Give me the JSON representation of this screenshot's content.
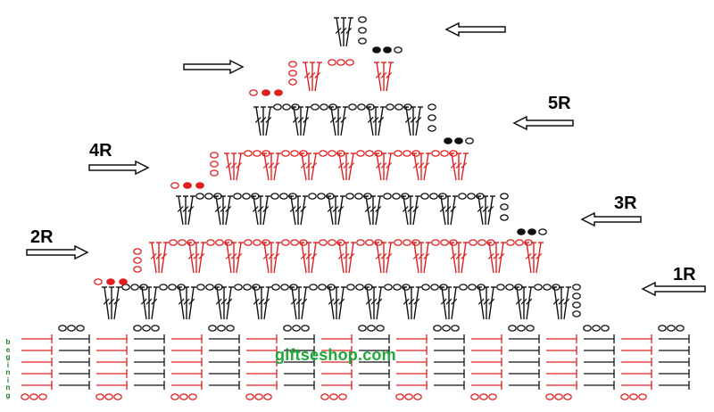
{
  "row_labels": {
    "r1": "1R",
    "r2": "2R",
    "r3": "3R",
    "r4": "4R",
    "r5": "5R"
  },
  "side_label": "begining",
  "watermark": "giftseshop.com",
  "colors": {
    "black": "#111111",
    "red": "#e02020",
    "watermark": "#1fa83a",
    "side_label": "#1a7a2a"
  },
  "icons": [
    "arrow-left-icon",
    "arrow-right-icon",
    "double-crochet-icon",
    "chain-stitch-icon",
    "slip-stitch-icon"
  ]
}
